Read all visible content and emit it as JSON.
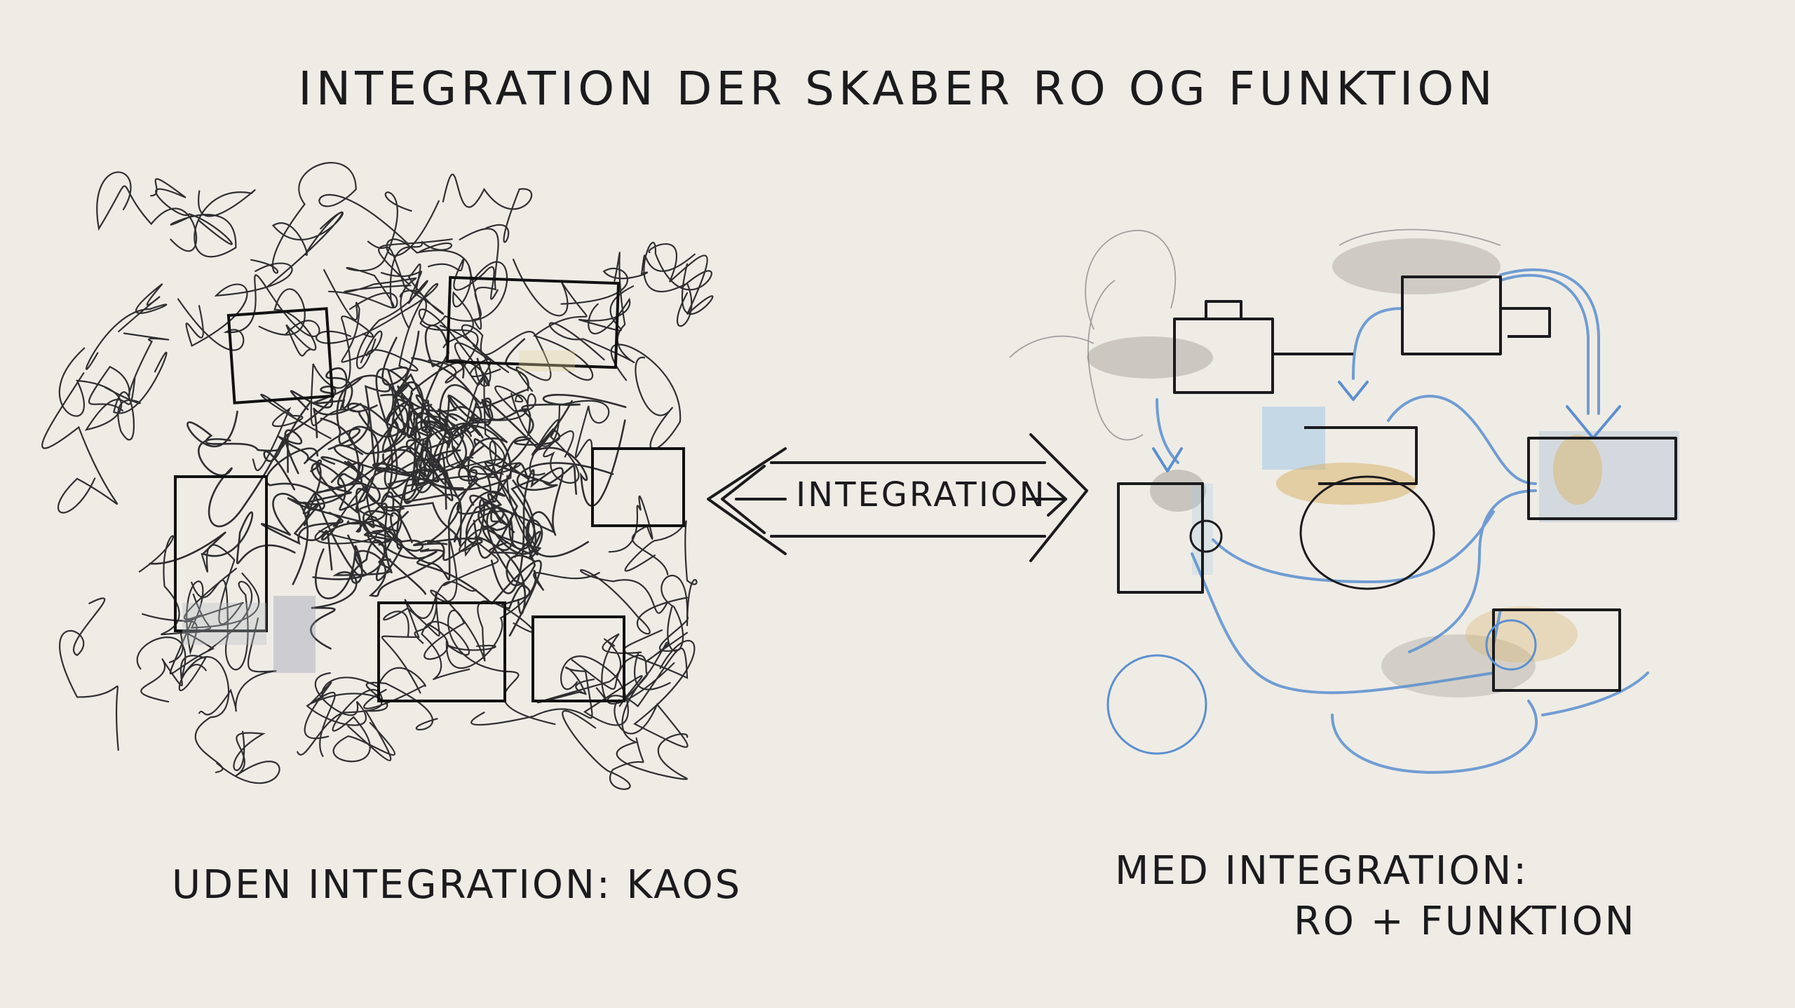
{
  "title": "INTEGRATION DER SKABER RO OG FUNKTION",
  "left": {
    "caption": "UDEN INTEGRATION: KAOS"
  },
  "right": {
    "caption_line1": "MED INTEGRATION:",
    "caption_line2": "RO + FUNKTION"
  },
  "arrow": {
    "label": "INTEGRATION"
  },
  "colors": {
    "ink": "#1b1b1e",
    "blue": "#5b8fcf",
    "grey_wash": "#a9a49c",
    "ochre_wash": "#d9b56b",
    "light_blue_wash": "#a9cbe6",
    "paper": "#efece6"
  }
}
